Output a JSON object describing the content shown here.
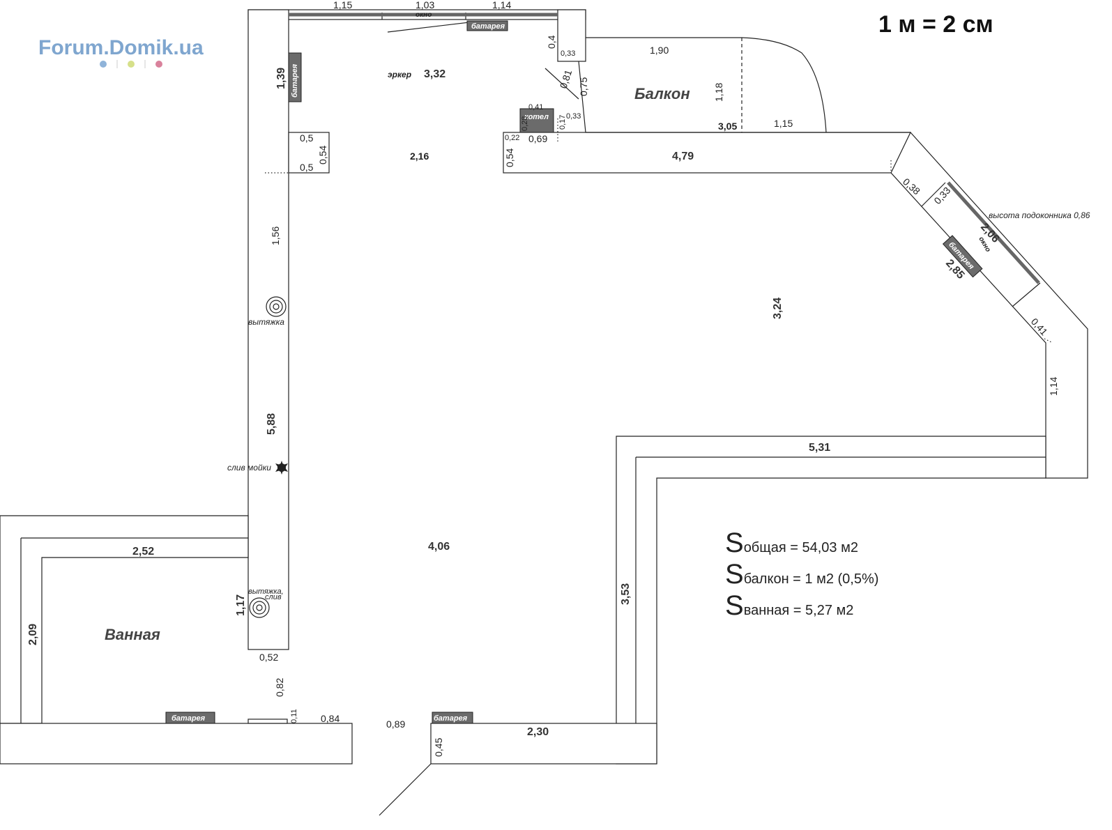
{
  "logo": {
    "text": "Forum.Domik.ua",
    "dot_colors": [
      "#8fb3d9",
      "#d6e08a",
      "#d9829c"
    ]
  },
  "scale": "1 м = 2 см",
  "rooms": {
    "balcony": "Балкон",
    "bathroom": "Ванная"
  },
  "bay": {
    "label": "эркер",
    "value": "3,32"
  },
  "labels": {
    "okno": "окно",
    "batareya": "батарея",
    "kotel": "котел",
    "vytyazhka": "вытяжка",
    "sliv_moyki": "слив мойки",
    "vytyazhka_sliv_1": "вытяжка,",
    "vytyazhka_sliv_2": "слив",
    "sill_height": "высота подоконника 0,86"
  },
  "dims": {
    "d115a": "1,15",
    "d103": "1,03",
    "d114a": "1,14",
    "d04": "0,4",
    "d033a": "0,33",
    "d139": "1,39",
    "d081": "0,81",
    "d075": "0,75",
    "d041a": "0,41",
    "d033b": "0,33",
    "d017": "0,17",
    "d028": "0,28",
    "d022": "0,22",
    "d069": "0,69",
    "d05a": "0,5",
    "d054a": "0,54",
    "d05b": "0,5",
    "d216": "2,16",
    "d054b": "0,54",
    "d190": "1,90",
    "d118": "1,18",
    "d305": "3,05",
    "d115b": "1,15",
    "d479": "4,79",
    "d038": "0,38",
    "d033c": "0,33",
    "d206": "2,06",
    "d285": "2,85",
    "d041b": "0,41",
    "d324": "3,24",
    "d156": "1,56",
    "d588": "5,88",
    "d114b": "1,14",
    "d531": "5,31",
    "d252": "2,52",
    "d406": "4,06",
    "d117": "1,17",
    "d209": "2,09",
    "d052": "0,52",
    "d082": "0,82",
    "d011": "0,11",
    "d084": "0,84",
    "d089": "0,89",
    "d045": "0,45",
    "d230": "2,30",
    "d353": "3,53"
  },
  "areas": [
    {
      "s": "S",
      "text": "общая = 54,03 м2"
    },
    {
      "s": "S",
      "text": "балкон = 1 м2 (0,5%)"
    },
    {
      "s": "S",
      "text": "ванная = 5,27 м2"
    }
  ],
  "colors": {
    "radiator": "#6b6b6b",
    "window": "#666666",
    "logo": "#7fa6cf"
  }
}
